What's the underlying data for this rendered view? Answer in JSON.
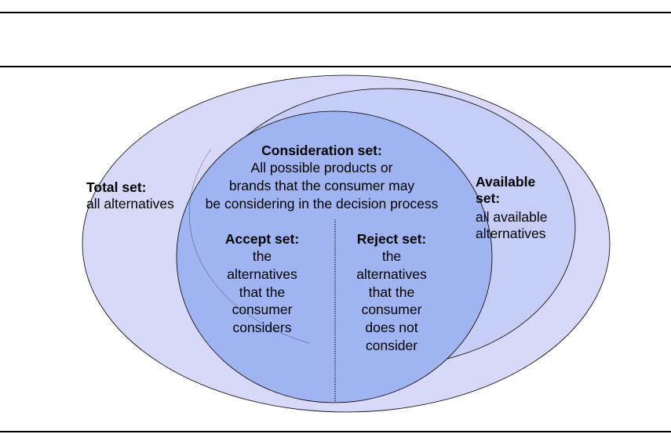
{
  "total_set": {
    "title": "Total set:",
    "lines": [
      "all alternatives"
    ]
  },
  "available_set": {
    "title_lines": [
      "Available",
      "set:"
    ],
    "lines": [
      "all available",
      "alternatives"
    ]
  },
  "consideration_set": {
    "title": "Consideration set:",
    "lines": [
      "All possible products or",
      "brands that the consumer may",
      "be considering in the decision process"
    ]
  },
  "accept_set": {
    "title": "Accept set:",
    "lines": [
      "the",
      "alternatives",
      "that the",
      "consumer",
      "considers"
    ]
  },
  "reject_set": {
    "title": "Reject set:",
    "lines": [
      "the",
      "alternatives",
      "that the",
      "consumer",
      "does not",
      "consider"
    ]
  },
  "colors": {
    "total_fill": "#d8d8f8",
    "available_fill": "#c6cdf6",
    "consideration_fill": "#a0b4f2",
    "outline": "#000000"
  }
}
